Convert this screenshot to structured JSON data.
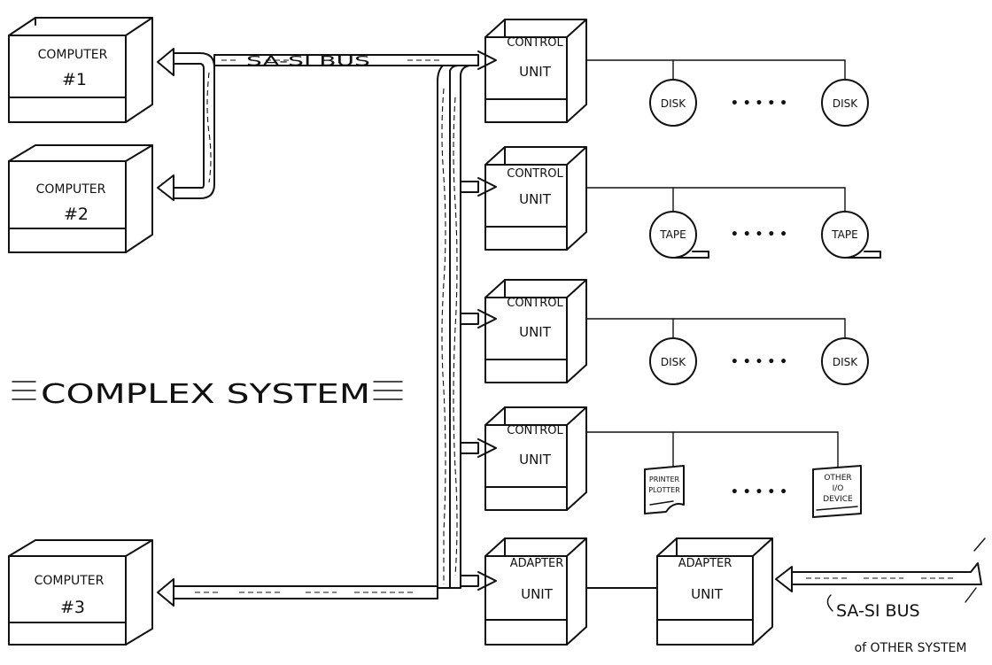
{
  "title": "COMPLEX SYSTEM",
  "computers": [
    {
      "line1": "COMPUTER",
      "line2": "#1"
    },
    {
      "line1": "COMPUTER",
      "line2": "#2"
    },
    {
      "line1": "COMPUTER",
      "line2": "#3"
    }
  ],
  "bus_label": "SA-SI   BUS",
  "control_units": [
    {
      "line1": "CONTROL",
      "line2": "UNIT",
      "device": "DISK",
      "separator": "• • • • •"
    },
    {
      "line1": "CONTROL",
      "line2": "UNIT",
      "device": "TAPE",
      "separator": "• • • • •"
    },
    {
      "line1": "CONTROL",
      "line2": "UNIT",
      "device": "DISK",
      "separator": "• • • • •"
    },
    {
      "line1": "CONTROL",
      "line2": "UNIT",
      "separator": "• • • • •"
    }
  ],
  "printer": {
    "line1": "PRINTER",
    "line2": "PLOTTER"
  },
  "other_io": {
    "line1": "OTHER",
    "line2": "I/O",
    "line3": "DEVICE"
  },
  "adapter_local": {
    "line1": "ADAPTER",
    "line2": "UNIT"
  },
  "adapter_remote": {
    "line1": "ADAPTER",
    "line2": "UNIT"
  },
  "other_bus_label": {
    "line1": "SA-SI BUS",
    "line2": "of OTHER SYSTEM"
  }
}
